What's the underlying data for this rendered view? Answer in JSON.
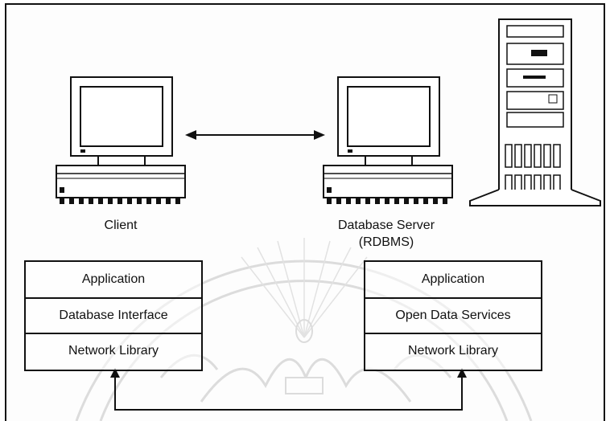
{
  "client": {
    "caption": "Client",
    "stack": [
      "Application",
      "Database Interface",
      "Network Library"
    ]
  },
  "server": {
    "caption_line1": "Database Server",
    "caption_line2": "(RDBMS)",
    "stack": [
      "Application",
      "Open Data Services",
      "Network Library"
    ]
  },
  "colors": {
    "line": "#111111",
    "watermark": "#d9d9d9"
  }
}
